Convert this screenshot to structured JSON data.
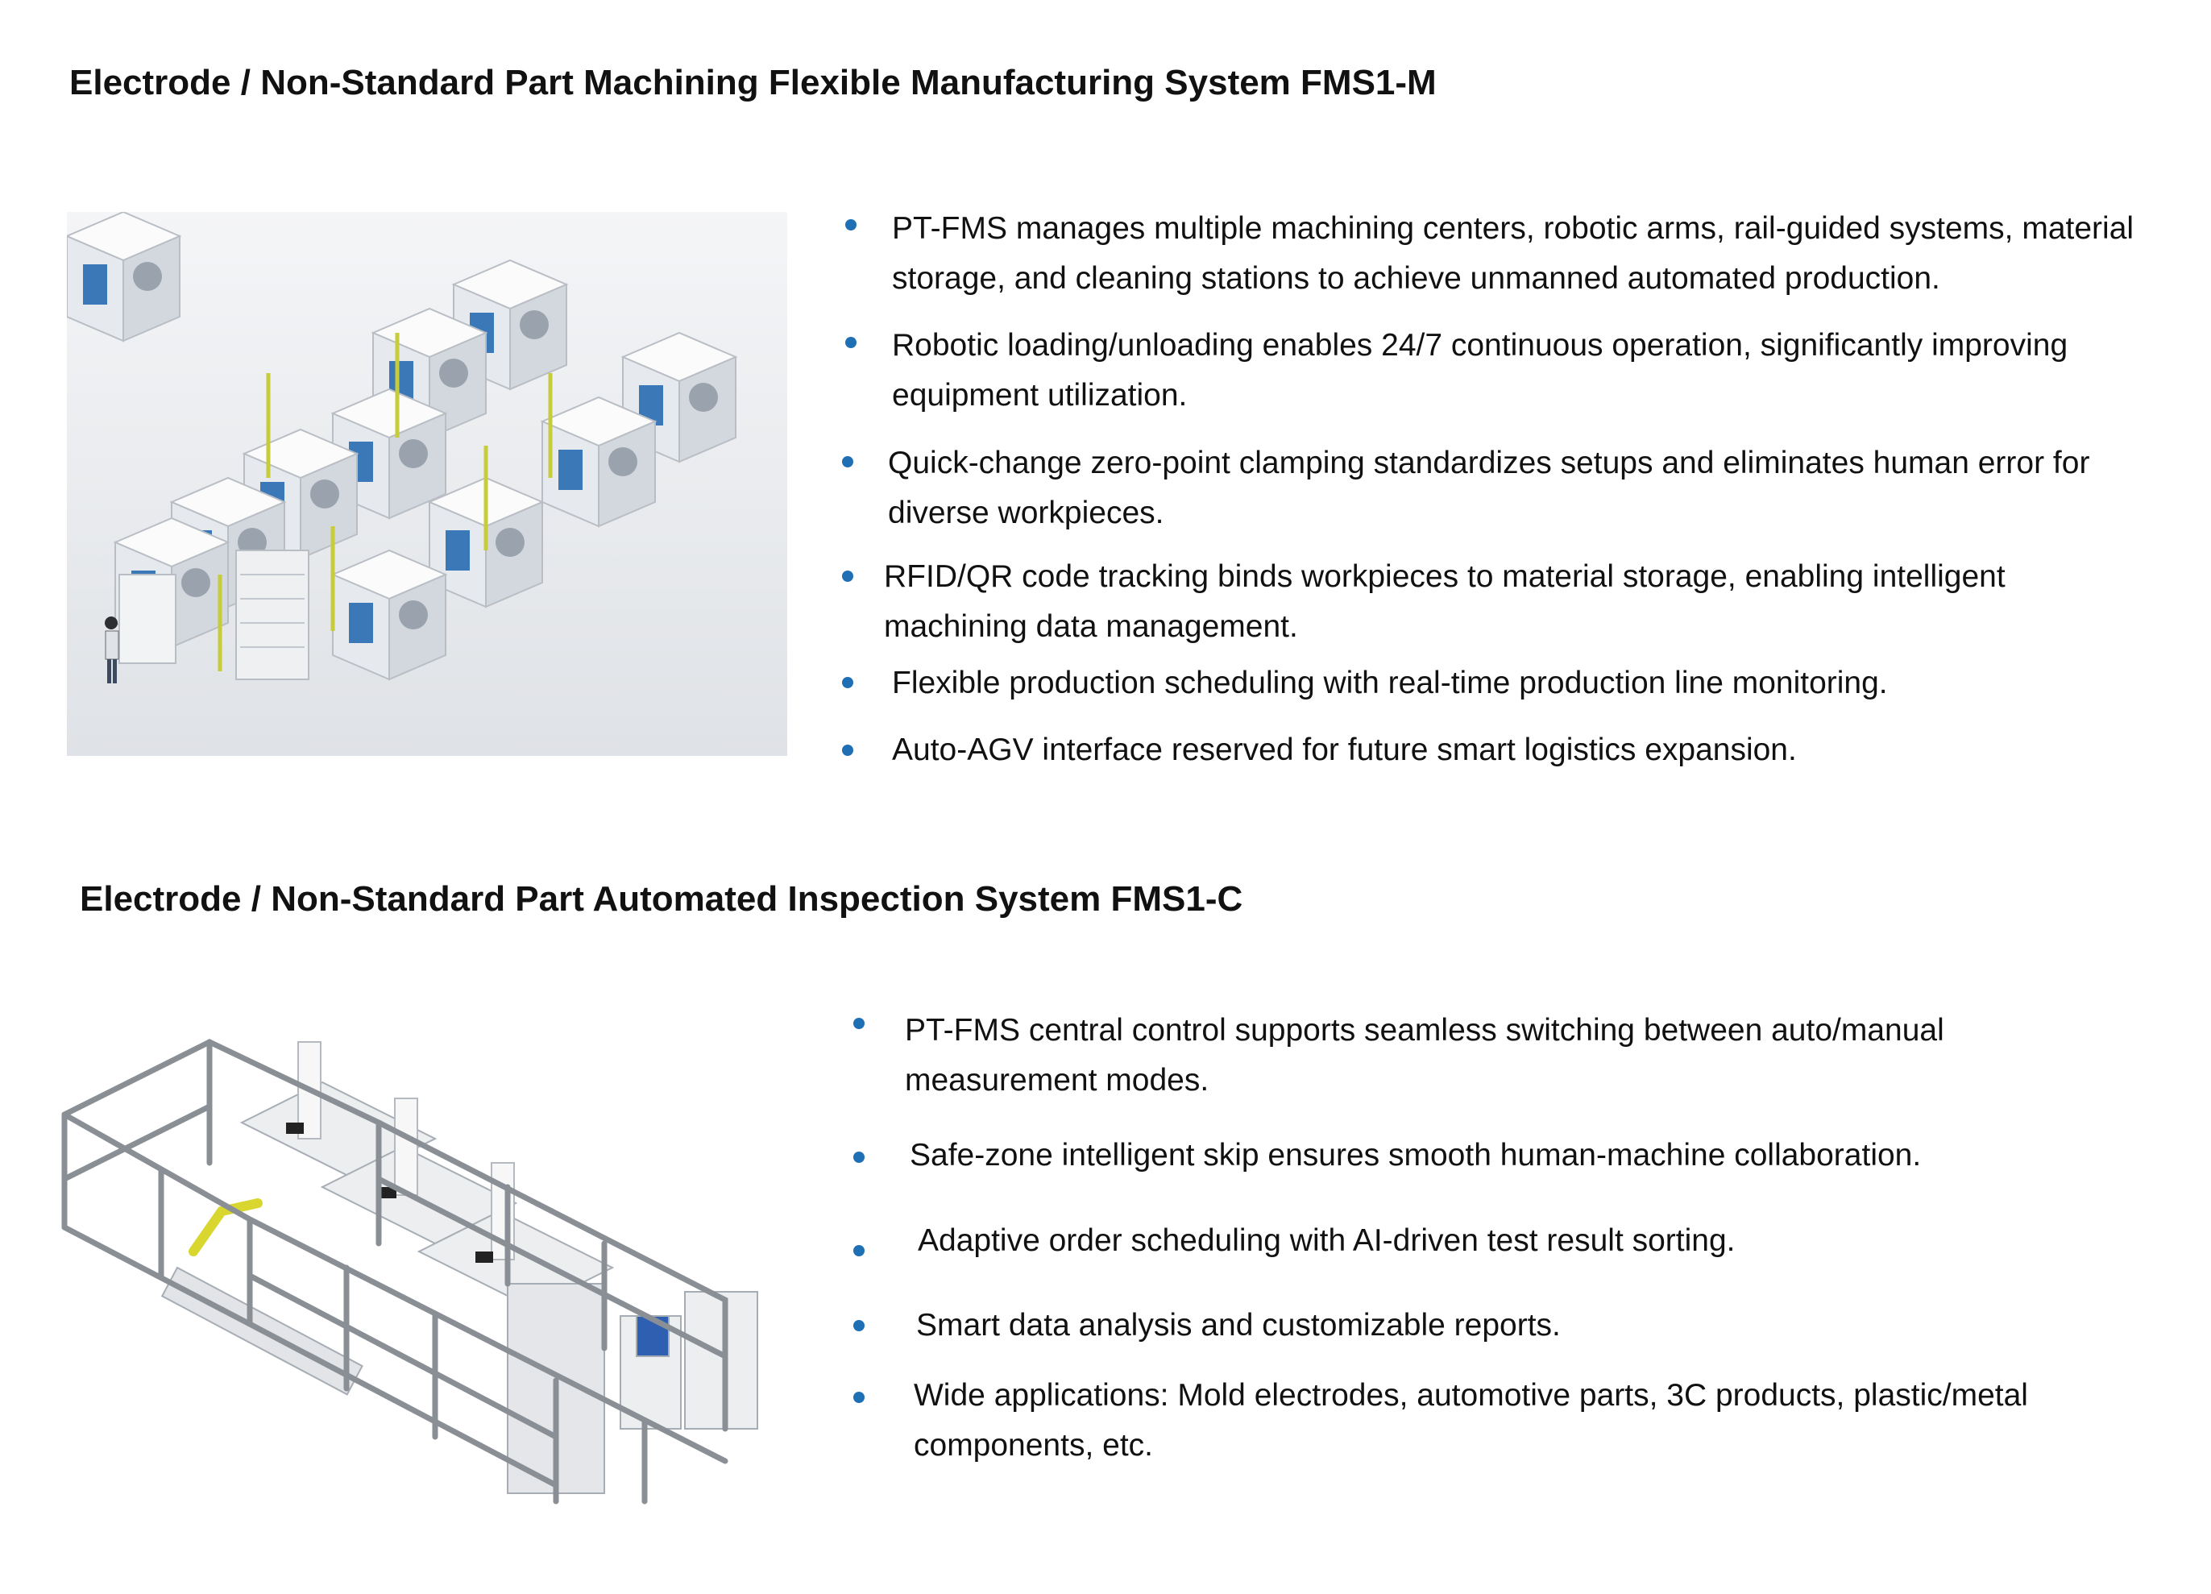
{
  "sections": [
    {
      "title": "Electrode / Non-Standard Part Machining Flexible Manufacturing System FMS1-M",
      "image_icon": "fms-machining-line-illustration",
      "bullets": [
        "PT-FMS manages multiple machining centers, robotic arms, rail-guided systems, material storage, and cleaning stations to achieve unmanned automated production.",
        "Robotic loading/unloading enables 24/7 continuous operation, significantly improving equipment utilization.",
        "Quick-change zero-point clamping standardizes setups and eliminates human error for diverse workpieces.",
        "RFID/QR code tracking binds workpieces to material storage, enabling intelligent machining data management.",
        "Flexible production scheduling with real-time production line monitoring.",
        "Auto-AGV interface reserved for future smart logistics expansion."
      ]
    },
    {
      "title": "Electrode / Non-Standard Part Automated Inspection System FMS1-C",
      "image_icon": "cmm-inspection-cell-illustration",
      "bullets": [
        "PT-FMS central control supports seamless switching between auto/manual measurement modes.",
        "Safe-zone intelligent skip ensures smooth human-machine collaboration.",
        "Adaptive order scheduling with AI-driven test result sorting.",
        "Smart data analysis and customizable reports.",
        "Wide applications: Mold electrodes, automotive parts, 3C products, plastic/metal components, etc."
      ]
    }
  ],
  "colors": {
    "bullet": "#1f6fb5",
    "frame": "#8a8f96",
    "robot": "#d9d630"
  }
}
